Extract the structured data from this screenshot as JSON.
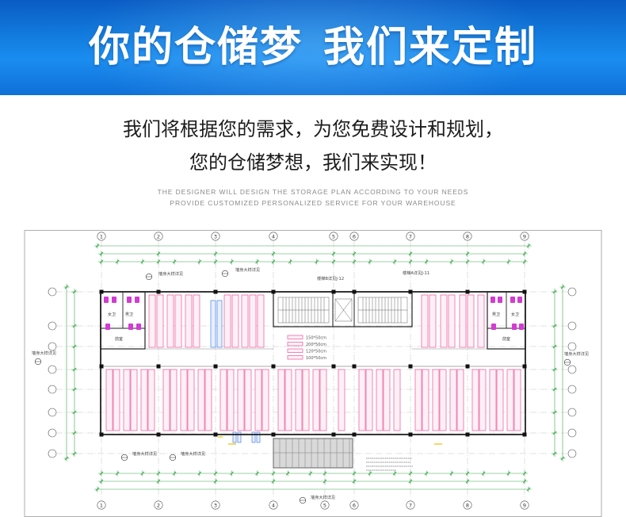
{
  "banner": {
    "title_left": "你的仓储梦",
    "title_right": "我们来定制"
  },
  "intro": {
    "line1": "我们将根据您的需求，为您免费设计和规划，",
    "line2": "您的仓储梦想，我们来实现！"
  },
  "tagline_en": {
    "line1": "THE DESIGNER WILL DESIGN THE STORAGE PLAN ACCORDING TO YOUR NEEDS",
    "line2": "PROVIDE CUSTOMIZED PERSONALIZED SERVICE FOR YOUR WAREHOUSE"
  },
  "floor_plan": {
    "grid_top": [
      "1",
      "2",
      "3",
      "4",
      "5",
      "6",
      "7",
      "8",
      "9"
    ],
    "grid_bottom": [
      "1",
      "2",
      "3",
      "4",
      "5",
      "6",
      "7",
      "8",
      "9"
    ],
    "callouts": [
      "墙身大样详见",
      "墙身大样详见",
      "墙身大样详见",
      "墙身大样详见",
      "墙身大样详见",
      "墙身大样详见",
      "墙身大样详见"
    ],
    "stair_notes": [
      "楼梯B详见J-12",
      "楼梯A详见J-11"
    ],
    "rooms_left": [
      "女卫",
      "男卫",
      "前室"
    ],
    "rooms_right": [
      "男卫",
      "女卫",
      "前室"
    ],
    "legend": [
      {
        "label": "150*50cm"
      },
      {
        "label": "200*50cm"
      },
      {
        "label": "120*50cm"
      },
      {
        "label": "100*50cm"
      }
    ],
    "colors": {
      "rack": "#e8559a",
      "rack_fill": "#fff0f6",
      "rack_blue": "#4a7fe0",
      "rack_blue_fill": "#e8f0ff",
      "dimension": "#3aa54a",
      "wall": "#222222",
      "fixture": "#d33bd3",
      "marker_yellow": "#e7c200"
    }
  }
}
